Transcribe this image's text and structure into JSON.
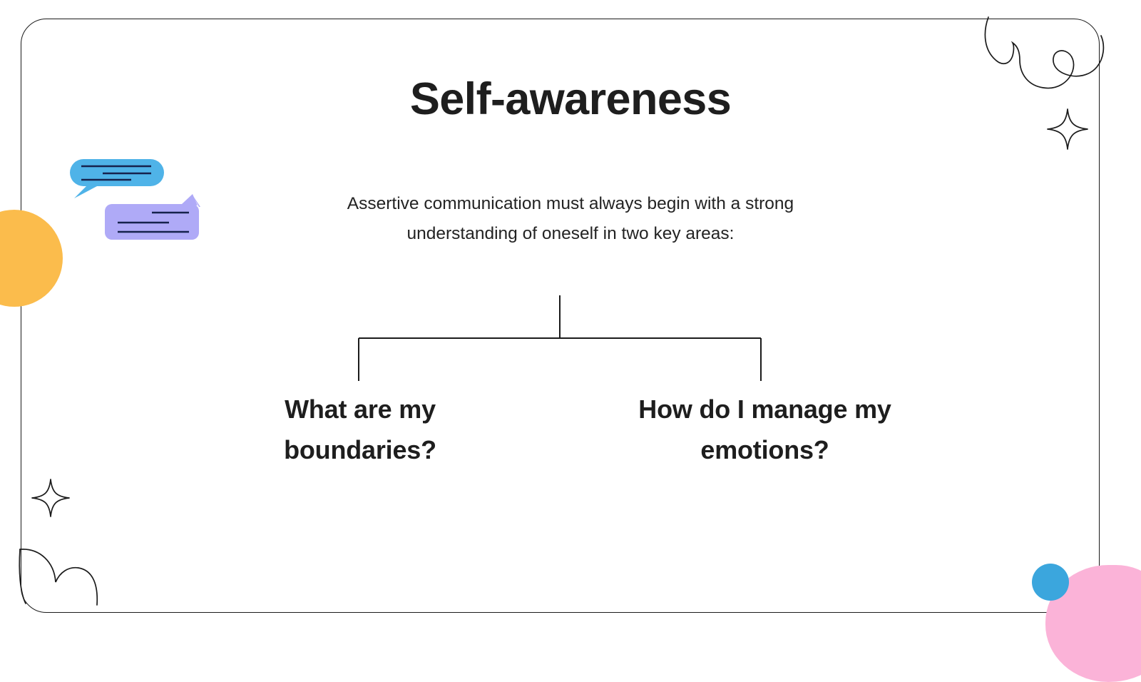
{
  "slide": {
    "title": "Self-awareness",
    "subtitle": "Assertive communication must always begin with a strong understanding of oneself in two key areas:",
    "branches": [
      {
        "label": "What are my boundaries?"
      },
      {
        "label": "How do I manage my emotions?"
      }
    ]
  },
  "decorations": {
    "speech_bubble_blue": {
      "icon": "speech-bubble-icon",
      "color": "#4fb3e8",
      "line_color": "#16224d",
      "lines": 3
    },
    "speech_bubble_purple": {
      "icon": "speech-bubble-icon",
      "color": "#afaaf7",
      "line_color": "#16224d",
      "lines": 3
    },
    "orange_circle": {
      "icon": "circle-shape",
      "color": "#fbbc4c"
    },
    "pink_blob": {
      "icon": "blob-shape",
      "color": "#fbb3d8"
    },
    "blue_dot": {
      "icon": "circle-shape",
      "color": "#3ba6dd"
    },
    "cloud_top_right": {
      "icon": "cloud-outline-icon",
      "color": "#1b1b1b"
    },
    "cloud_bottom_left": {
      "icon": "cloud-outline-icon",
      "color": "#1b1b1b"
    },
    "sparkle_top_right": {
      "icon": "sparkle-icon",
      "color": "#1b1b1b"
    },
    "sparkle_bottom_left": {
      "icon": "sparkle-icon",
      "color": "#1b1b1b"
    },
    "card_border": {
      "color": "#1b1b1b"
    },
    "connector": {
      "icon": "tree-connector-icon",
      "color": "#1b1b1b"
    }
  }
}
